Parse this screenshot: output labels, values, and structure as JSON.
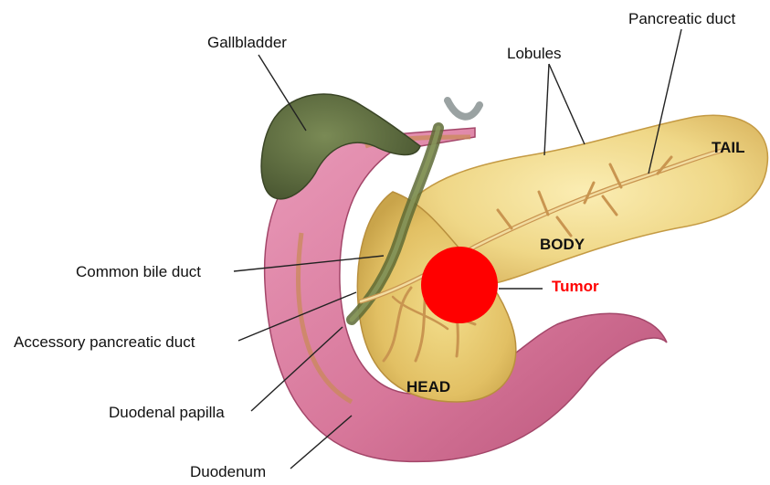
{
  "labels": {
    "gallbladder": "Gallbladder",
    "lobules": "Lobules",
    "pancreatic_duct": "Pancreatic duct",
    "tail": "TAIL",
    "body": "BODY",
    "head": "HEAD",
    "tumor": "Tumor",
    "common_bile_duct": "Common bile duct",
    "accessory_pancreatic_duct": "Accessory pancreatic duct",
    "duodenal_papilla": "Duodenal papilla",
    "duodenum": "Duodenum"
  },
  "colors": {
    "tumor": "#ff0000",
    "tumor_label": "#ff0000",
    "pancreas": "#f2dc8c",
    "duodenum": "#d9779c",
    "gallbladder": "#5f7040"
  }
}
